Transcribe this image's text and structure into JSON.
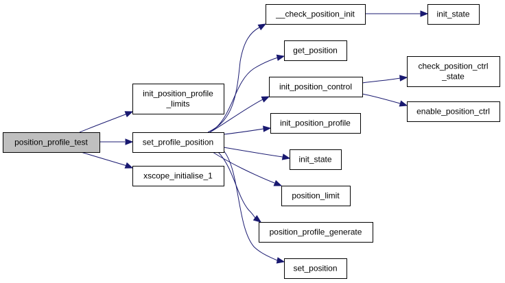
{
  "colors": {
    "edge": "#191970",
    "node_fill": "#ffffff",
    "root_fill": "#bfbfbf",
    "border": "#000000"
  },
  "nodes": {
    "position_profile_test": {
      "lines": [
        "position_profile_test"
      ],
      "root": true
    },
    "init_position_profile_limits": {
      "lines": [
        "init_position_profile",
        "_limits"
      ]
    },
    "set_profile_position": {
      "lines": [
        "set_profile_position"
      ]
    },
    "xscope_initialise_1": {
      "lines": [
        "xscope_initialise_1"
      ]
    },
    "check_position_init": {
      "lines": [
        "__check_position_init"
      ]
    },
    "get_position": {
      "lines": [
        "get_position"
      ]
    },
    "init_position_control": {
      "lines": [
        "init_position_control"
      ]
    },
    "init_position_profile": {
      "lines": [
        "init_position_profile"
      ]
    },
    "init_state_mid": {
      "lines": [
        "init_state"
      ]
    },
    "position_limit": {
      "lines": [
        "position_limit"
      ]
    },
    "position_profile_generate": {
      "lines": [
        "position_profile_generate"
      ]
    },
    "set_position": {
      "lines": [
        "set_position"
      ]
    },
    "init_state_top": {
      "lines": [
        "init_state"
      ]
    },
    "check_position_ctrl_state": {
      "lines": [
        "check_position_ctrl",
        "_state"
      ]
    },
    "enable_position_ctrl": {
      "lines": [
        "enable_position_ctrl"
      ]
    }
  },
  "edges": [
    {
      "from": "position_profile_test",
      "to": "init_position_profile_limits"
    },
    {
      "from": "position_profile_test",
      "to": "set_profile_position"
    },
    {
      "from": "position_profile_test",
      "to": "xscope_initialise_1"
    },
    {
      "from": "set_profile_position",
      "to": "check_position_init"
    },
    {
      "from": "set_profile_position",
      "to": "get_position"
    },
    {
      "from": "set_profile_position",
      "to": "init_position_control"
    },
    {
      "from": "set_profile_position",
      "to": "init_position_profile"
    },
    {
      "from": "set_profile_position",
      "to": "init_state_mid"
    },
    {
      "from": "set_profile_position",
      "to": "position_limit"
    },
    {
      "from": "set_profile_position",
      "to": "position_profile_generate"
    },
    {
      "from": "set_profile_position",
      "to": "set_position"
    },
    {
      "from": "check_position_init",
      "to": "init_state_top"
    },
    {
      "from": "init_position_control",
      "to": "check_position_ctrl_state"
    },
    {
      "from": "init_position_control",
      "to": "enable_position_ctrl"
    }
  ]
}
